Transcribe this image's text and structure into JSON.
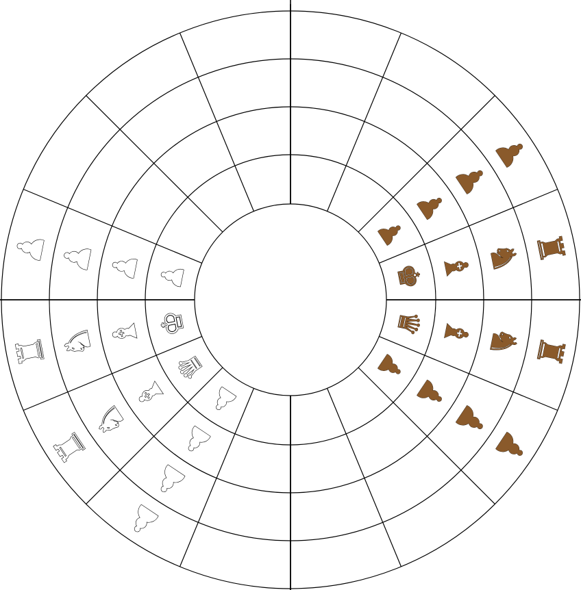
{
  "board": {
    "type": "circular-chess",
    "rings": 4,
    "sectors": 16,
    "colors": {
      "white_piece_fill": "#ffffff",
      "white_piece_stroke": "#000000",
      "black_piece_fill": "#8a5a2b",
      "black_piece_stroke": "#000000",
      "line": "#000000",
      "background": "#ffffff"
    }
  },
  "pieces": [
    {
      "color": "white",
      "kind": "rook",
      "glyph": "♜",
      "ring": 4,
      "sector": 8
    },
    {
      "color": "white",
      "kind": "knight",
      "glyph": "♞",
      "ring": 3,
      "sector": 8
    },
    {
      "color": "white",
      "kind": "bishop",
      "glyph": "♝",
      "ring": 2,
      "sector": 8
    },
    {
      "color": "white",
      "kind": "king",
      "glyph": "♚",
      "ring": 1,
      "sector": 8
    },
    {
      "color": "white",
      "kind": "rook",
      "glyph": "♜",
      "ring": 4,
      "sector": 9
    },
    {
      "color": "white",
      "kind": "knight",
      "glyph": "♞",
      "ring": 3,
      "sector": 9
    },
    {
      "color": "white",
      "kind": "bishop",
      "glyph": "♝",
      "ring": 2,
      "sector": 9
    },
    {
      "color": "white",
      "kind": "queen",
      "glyph": "♛",
      "ring": 1,
      "sector": 9
    },
    {
      "color": "white",
      "kind": "pawn",
      "glyph": "♟",
      "ring": 4,
      "sector": 7
    },
    {
      "color": "white",
      "kind": "pawn",
      "glyph": "♟",
      "ring": 3,
      "sector": 7
    },
    {
      "color": "white",
      "kind": "pawn",
      "glyph": "♟",
      "ring": 2,
      "sector": 7
    },
    {
      "color": "white",
      "kind": "pawn",
      "glyph": "♟",
      "ring": 1,
      "sector": 7
    },
    {
      "color": "white",
      "kind": "pawn",
      "glyph": "♟",
      "ring": 4,
      "sector": 10
    },
    {
      "color": "white",
      "kind": "pawn",
      "glyph": "♟",
      "ring": 3,
      "sector": 10
    },
    {
      "color": "white",
      "kind": "pawn",
      "glyph": "♟",
      "ring": 2,
      "sector": 10
    },
    {
      "color": "white",
      "kind": "pawn",
      "glyph": "♟",
      "ring": 1,
      "sector": 10
    },
    {
      "color": "black",
      "kind": "rook",
      "glyph": "♜",
      "ring": 4,
      "sector": 0
    },
    {
      "color": "black",
      "kind": "knight",
      "glyph": "♞",
      "ring": 3,
      "sector": 0
    },
    {
      "color": "black",
      "kind": "bishop",
      "glyph": "♝",
      "ring": 2,
      "sector": 0
    },
    {
      "color": "black",
      "kind": "king",
      "glyph": "♚",
      "ring": 1,
      "sector": 0
    },
    {
      "color": "black",
      "kind": "rook",
      "glyph": "♜",
      "ring": 4,
      "sector": 15
    },
    {
      "color": "black",
      "kind": "knight",
      "glyph": "♞",
      "ring": 3,
      "sector": 15
    },
    {
      "color": "black",
      "kind": "bishop",
      "glyph": "♝",
      "ring": 2,
      "sector": 15
    },
    {
      "color": "black",
      "kind": "queen",
      "glyph": "♛",
      "ring": 1,
      "sector": 15
    },
    {
      "color": "black",
      "kind": "pawn",
      "glyph": "♟",
      "ring": 4,
      "sector": 1
    },
    {
      "color": "black",
      "kind": "pawn",
      "glyph": "♟",
      "ring": 3,
      "sector": 1
    },
    {
      "color": "black",
      "kind": "pawn",
      "glyph": "♟",
      "ring": 2,
      "sector": 1
    },
    {
      "color": "black",
      "kind": "pawn",
      "glyph": "♟",
      "ring": 1,
      "sector": 1
    },
    {
      "color": "black",
      "kind": "pawn",
      "glyph": "♟",
      "ring": 4,
      "sector": 14
    },
    {
      "color": "black",
      "kind": "pawn",
      "glyph": "♟",
      "ring": 3,
      "sector": 14
    },
    {
      "color": "black",
      "kind": "pawn",
      "glyph": "♟",
      "ring": 2,
      "sector": 14
    },
    {
      "color": "black",
      "kind": "pawn",
      "glyph": "♟",
      "ring": 1,
      "sector": 14
    }
  ]
}
